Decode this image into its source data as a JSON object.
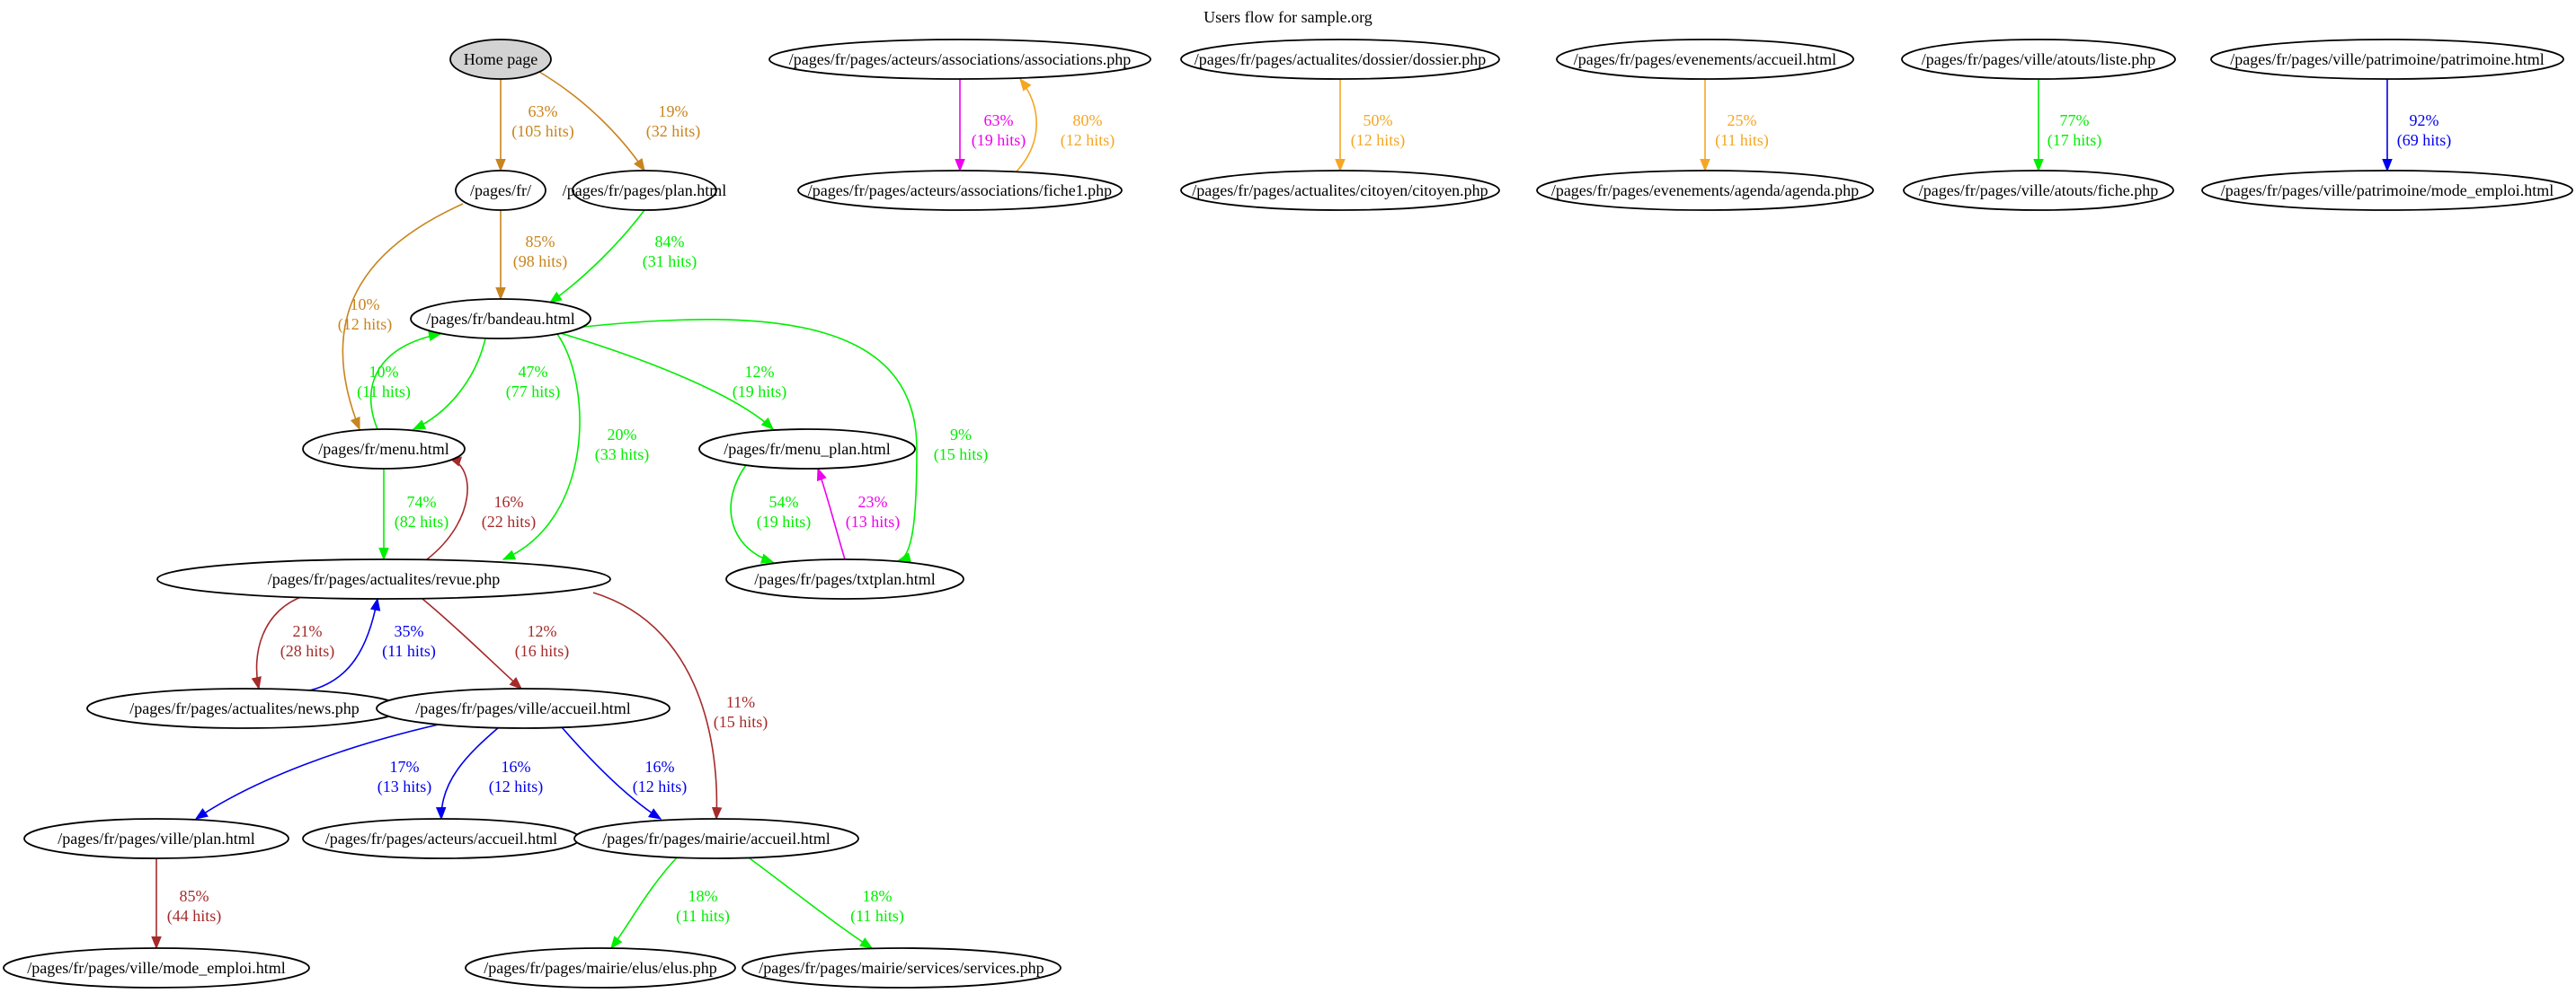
{
  "title": "Users flow for sample.org",
  "colors": {
    "home_fill": "#d3d3d3",
    "node_fill": "#ffffff",
    "stroke": "#000000",
    "orange": "#c8841e",
    "green": "#00ee00",
    "magenta": "#ee00ee",
    "dark_red": "#a52a2a",
    "blue": "#0000ee",
    "gold": "#f5a623"
  },
  "nodes": [
    {
      "id": "home",
      "label": "Home page",
      "fill": "home_fill"
    },
    {
      "id": "fr",
      "label": "/pages/fr/"
    },
    {
      "id": "plan",
      "label": "/pages/fr/pages/plan.html"
    },
    {
      "id": "bandeau",
      "label": "/pages/fr/bandeau.html"
    },
    {
      "id": "menu",
      "label": "/pages/fr/menu.html"
    },
    {
      "id": "menu_plan",
      "label": "/pages/fr/menu_plan.html"
    },
    {
      "id": "txtplan",
      "label": "/pages/fr/pages/txtplan.html"
    },
    {
      "id": "revue",
      "label": "/pages/fr/pages/actualites/revue.php"
    },
    {
      "id": "news",
      "label": "/pages/fr/pages/actualites/news.php"
    },
    {
      "id": "ville_accueil",
      "label": "/pages/fr/pages/ville/accueil.html"
    },
    {
      "id": "ville_plan",
      "label": "/pages/fr/pages/ville/plan.html"
    },
    {
      "id": "acteurs_accueil",
      "label": "/pages/fr/pages/acteurs/accueil.html"
    },
    {
      "id": "mairie_accueil",
      "label": "/pages/fr/pages/mairie/accueil.html"
    },
    {
      "id": "mode_emploi_ville",
      "label": "/pages/fr/pages/ville/mode_emploi.html"
    },
    {
      "id": "elus",
      "label": "/pages/fr/pages/mairie/elus/elus.php"
    },
    {
      "id": "services",
      "label": "/pages/fr/pages/mairie/services/services.php"
    },
    {
      "id": "associations",
      "label": "/pages/fr/pages/acteurs/associations/associations.php"
    },
    {
      "id": "fiche1",
      "label": "/pages/fr/pages/acteurs/associations/fiche1.php"
    },
    {
      "id": "dossier",
      "label": "/pages/fr/pages/actualites/dossier/dossier.php"
    },
    {
      "id": "citoyen",
      "label": "/pages/fr/pages/actualites/citoyen/citoyen.php"
    },
    {
      "id": "evenements",
      "label": "/pages/fr/pages/evenements/accueil.html"
    },
    {
      "id": "agenda",
      "label": "/pages/fr/pages/evenements/agenda/agenda.php"
    },
    {
      "id": "atouts_liste",
      "label": "/pages/fr/pages/ville/atouts/liste.php"
    },
    {
      "id": "atouts_fiche",
      "label": "/pages/fr/pages/ville/atouts/fiche.php"
    },
    {
      "id": "patrimoine",
      "label": "/pages/fr/pages/ville/patrimoine/patrimoine.html"
    },
    {
      "id": "mode_emploi_patrimoine",
      "label": "/pages/fr/pages/ville/patrimoine/mode_emploi.html"
    }
  ],
  "edges": [
    {
      "from": "home",
      "to": "fr",
      "pct": "63%",
      "hits": "(105 hits)",
      "color": "orange"
    },
    {
      "from": "home",
      "to": "plan",
      "pct": "19%",
      "hits": "(32 hits)",
      "color": "orange"
    },
    {
      "from": "fr",
      "to": "bandeau",
      "pct": "85%",
      "hits": "(98 hits)",
      "color": "orange"
    },
    {
      "from": "fr",
      "to": "menu",
      "pct": "10%",
      "hits": "(12 hits)",
      "color": "orange"
    },
    {
      "from": "plan",
      "to": "bandeau",
      "pct": "84%",
      "hits": "(31 hits)",
      "color": "green"
    },
    {
      "from": "menu",
      "to": "bandeau",
      "pct": "10%",
      "hits": "(11 hits)",
      "color": "green"
    },
    {
      "from": "bandeau",
      "to": "menu",
      "pct": "47%",
      "hits": "(77 hits)",
      "color": "green"
    },
    {
      "from": "bandeau",
      "to": "revue",
      "pct": "20%",
      "hits": "(33 hits)",
      "color": "green"
    },
    {
      "from": "bandeau",
      "to": "menu_plan",
      "pct": "12%",
      "hits": "(19 hits)",
      "color": "green"
    },
    {
      "from": "bandeau",
      "to": "txtplan",
      "pct": "9%",
      "hits": "(15 hits)",
      "color": "green"
    },
    {
      "from": "menu",
      "to": "revue",
      "pct": "74%",
      "hits": "(82 hits)",
      "color": "green"
    },
    {
      "from": "revue",
      "to": "menu",
      "pct": "16%",
      "hits": "(22 hits)",
      "color": "dark_red"
    },
    {
      "from": "menu_plan",
      "to": "txtplan",
      "pct": "54%",
      "hits": "(19 hits)",
      "color": "green"
    },
    {
      "from": "txtplan",
      "to": "menu_plan",
      "pct": "23%",
      "hits": "(13 hits)",
      "color": "magenta"
    },
    {
      "from": "revue",
      "to": "news",
      "pct": "21%",
      "hits": "(28 hits)",
      "color": "dark_red"
    },
    {
      "from": "news",
      "to": "revue",
      "pct": "35%",
      "hits": "(11 hits)",
      "color": "blue"
    },
    {
      "from": "revue",
      "to": "ville_accueil",
      "pct": "12%",
      "hits": "(16 hits)",
      "color": "dark_red"
    },
    {
      "from": "revue",
      "to": "mairie_accueil",
      "pct": "11%",
      "hits": "(15 hits)",
      "color": "dark_red"
    },
    {
      "from": "ville_accueil",
      "to": "ville_plan",
      "pct": "17%",
      "hits": "(13 hits)",
      "color": "blue"
    },
    {
      "from": "ville_accueil",
      "to": "acteurs_accueil",
      "pct": "16%",
      "hits": "(12 hits)",
      "color": "blue"
    },
    {
      "from": "ville_accueil",
      "to": "mairie_accueil",
      "pct": "16%",
      "hits": "(12 hits)",
      "color": "blue"
    },
    {
      "from": "ville_plan",
      "to": "mode_emploi_ville",
      "pct": "85%",
      "hits": "(44 hits)",
      "color": "dark_red"
    },
    {
      "from": "mairie_accueil",
      "to": "elus",
      "pct": "18%",
      "hits": "(11 hits)",
      "color": "green"
    },
    {
      "from": "mairie_accueil",
      "to": "services",
      "pct": "18%",
      "hits": "(11 hits)",
      "color": "green"
    },
    {
      "from": "associations",
      "to": "fiche1",
      "pct": "63%",
      "hits": "(19 hits)",
      "color": "magenta"
    },
    {
      "from": "fiche1",
      "to": "associations",
      "pct": "80%",
      "hits": "(12 hits)",
      "color": "gold"
    },
    {
      "from": "dossier",
      "to": "citoyen",
      "pct": "50%",
      "hits": "(12 hits)",
      "color": "gold"
    },
    {
      "from": "evenements",
      "to": "agenda",
      "pct": "25%",
      "hits": "(11 hits)",
      "color": "gold"
    },
    {
      "from": "atouts_liste",
      "to": "atouts_fiche",
      "pct": "77%",
      "hits": "(17 hits)",
      "color": "green"
    },
    {
      "from": "patrimoine",
      "to": "mode_emploi_patrimoine",
      "pct": "92%",
      "hits": "(69 hits)",
      "color": "blue"
    }
  ]
}
